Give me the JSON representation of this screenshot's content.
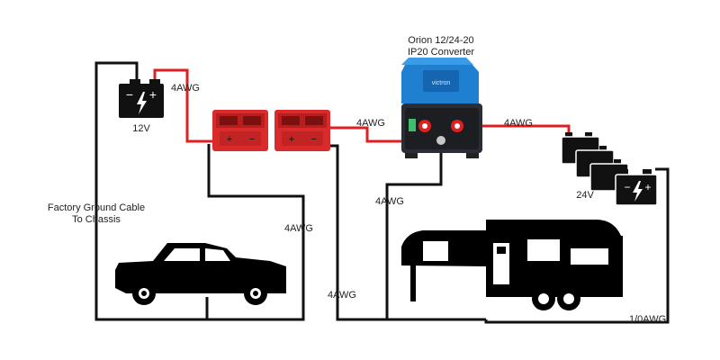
{
  "converter": {
    "title_line1": "Orion 12/24-20",
    "title_line2": "IP20 Converter"
  },
  "battery_12v": {
    "label": "12V",
    "terminal_neg": "−",
    "terminal_pos": "+"
  },
  "battery_24v": {
    "label": "24V"
  },
  "ground_note": {
    "line1": "Factory Ground Cable",
    "line2": "To Chassis"
  },
  "wire_labels": {
    "battery_to_connector": "4AWG",
    "connector_to_converter": "4AWG",
    "converter_to_24v": "4AWG",
    "connector_ground": "4AWG",
    "converter_ground": "4AWG",
    "chassis_bottom": "4AWG",
    "trailer_ground": "1/0AWG"
  },
  "connector_terminals": {
    "left_pos": "+",
    "left_neg": "−",
    "right_pos": "+",
    "right_neg": "−"
  },
  "colors": {
    "positive_wire": "#e02020",
    "ground_wire": "#111111",
    "connector": "#d92b2b",
    "converter_body": "#1f7fd0",
    "battery": "#111111"
  }
}
